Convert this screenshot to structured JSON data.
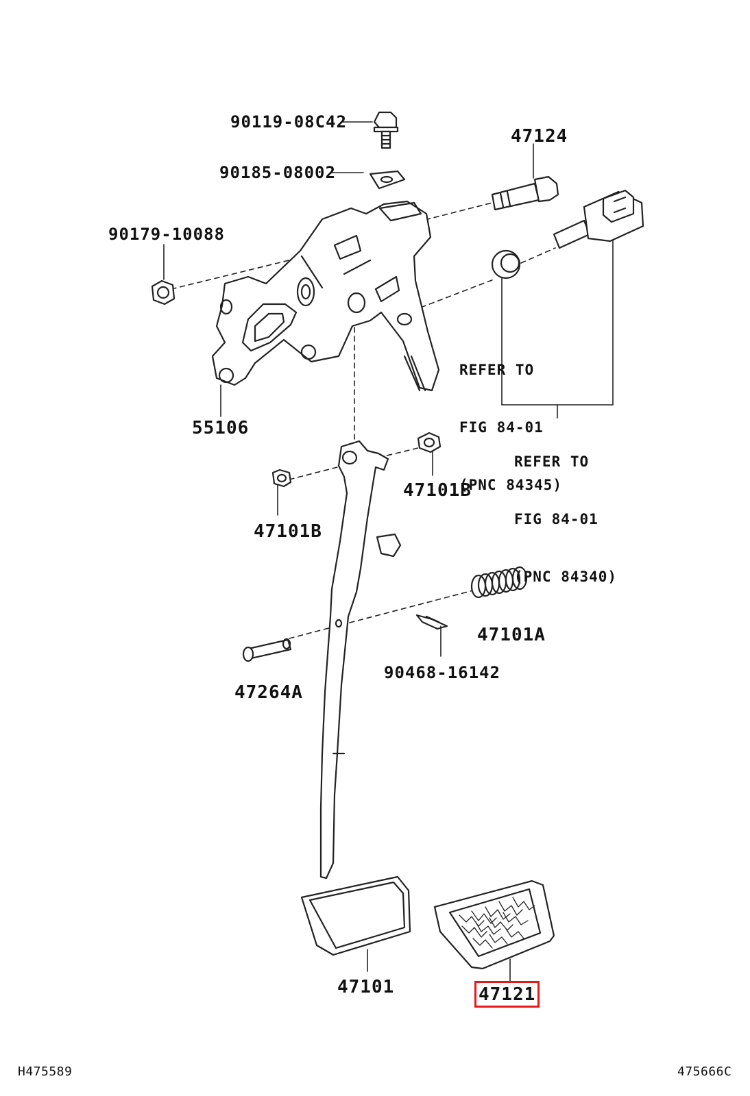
{
  "callouts": {
    "bolt_upper": "90119-08C42",
    "plate_nut": "90185-08002",
    "bolt_right": "47124",
    "nut_left": "90179-10088",
    "bracket": "55106",
    "bush_right": "47101B",
    "bush_left": "47101B",
    "spring": "47101A",
    "clip": "90468-16142",
    "pin": "47264A",
    "pedal": "47101",
    "pedal_pad": "47121"
  },
  "notes": {
    "refer_84345": [
      "REFER TO",
      "FIG 84-01",
      "(PNC 84345)"
    ],
    "refer_84340": [
      "REFER TO",
      "FIG 84-01",
      "(PNC 84340)"
    ]
  },
  "footer": {
    "left": "H475589",
    "right": "475666C"
  },
  "highlight_color": "#e81818"
}
